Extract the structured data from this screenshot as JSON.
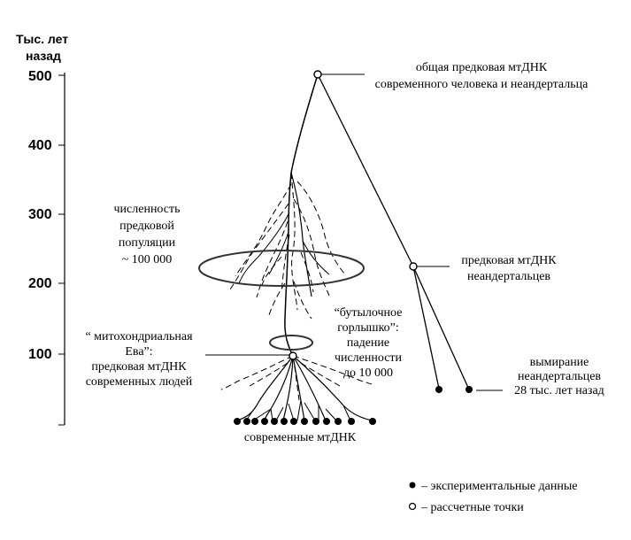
{
  "axis": {
    "title_line1": "Тыс. лет",
    "title_line2": "назад",
    "ticks": [
      {
        "label": "500",
        "value": 500
      },
      {
        "label": "400",
        "value": 400
      },
      {
        "label": "300",
        "value": 300
      },
      {
        "label": "200",
        "value": 200
      },
      {
        "label": "100",
        "value": 100
      }
    ]
  },
  "labels": {
    "common_ancestor": [
      "общая предковая мтДНК",
      "современного человека и неандертальца"
    ],
    "population": [
      "численность",
      "предковой",
      "популяции",
      "~ 100 000"
    ],
    "neanderthal_ancestor": [
      "предковая  мтДНК",
      "неандертальцев"
    ],
    "bottleneck": [
      "“бутылочное",
      "горлышко”:",
      "падение",
      "численности",
      "до 10 000"
    ],
    "eve": [
      "“ митохондриальная",
      "Ева”:",
      "предковая  мтДНК",
      "современных людей"
    ],
    "extinction": [
      "вымирание",
      "неандертальцев",
      "28 тыс. лет назад"
    ],
    "modern_mtdna": "современные мтДНК"
  },
  "legend": {
    "experimental": "–  экспериментальные данные",
    "calculated": "–   рассчетные точки"
  },
  "colors": {
    "ink": "#000000",
    "background": "#ffffff",
    "ring": "#333333"
  }
}
